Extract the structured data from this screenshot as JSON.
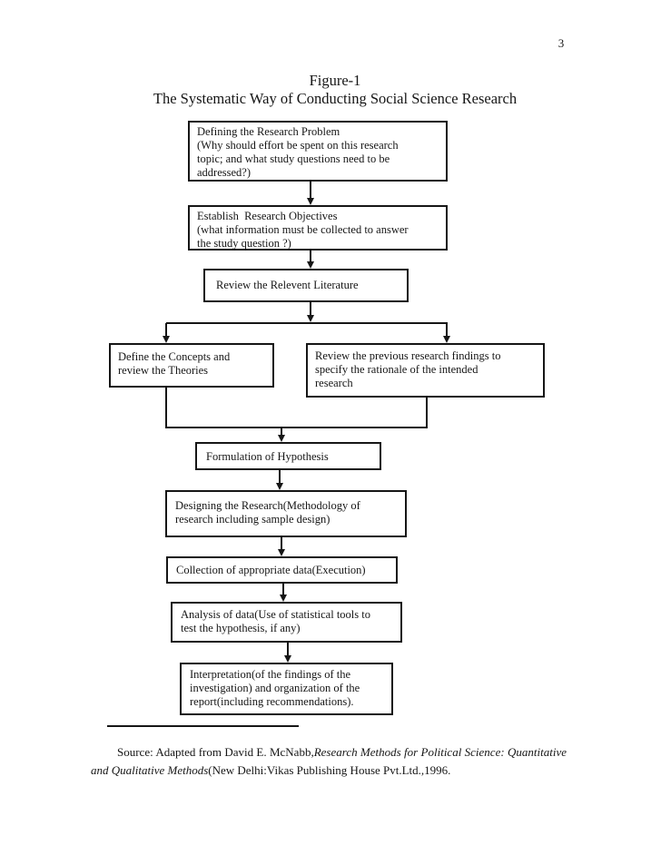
{
  "page": {
    "number": "3"
  },
  "figure": {
    "label": "Figure-1",
    "title": "The Systematic Way of Conducting Social Science Research"
  },
  "flowchart": {
    "boxes": {
      "defining_problem": "Defining the Research Problem\n(Why should effort be spent on this research\ntopic; and what study questions need to be\naddressed?)",
      "research_objectives": "Establish  Research Objectives\n(what information must be collected to answer\nthe study question ?)",
      "review_literature": "Review the Relevent Literature",
      "define_concepts": "Define the Concepts and\nreview the Theories",
      "review_previous": "Review the previous research findings to\nspecify the rationale of the intended\nresearch",
      "formulate_hypothesis": "Formulation of Hypothesis",
      "design_research": "Designing the Research(Methodology of\nresearch including sample design)",
      "collect_data": "Collection of appropriate data(Execution)",
      "analyze_data": "Analysis of data(Use of statistical tools to\ntest the hypothesis, if any)",
      "interpret_report": "Interpretation(of the findings of the\ninvestigation) and organization of the\nreport(including recommendations)."
    },
    "edges": [
      "defining_problem -> research_objectives",
      "research_objectives -> review_literature",
      "review_literature -> define_concepts",
      "review_literature -> review_previous",
      "define_concepts -> formulate_hypothesis",
      "review_previous -> formulate_hypothesis",
      "formulate_hypothesis -> design_research",
      "design_research -> collect_data",
      "collect_data -> analyze_data",
      "analyze_data -> interpret_report"
    ]
  },
  "source_note": {
    "prefix": "Source: Adapted from David E. McNabb,",
    "italic_title": "Research Methods for Political Science: Quantitative and Qualitative Methods",
    "suffix": "(New Delhi:Vikas Publishing House Pvt.Ltd.,1996."
  }
}
